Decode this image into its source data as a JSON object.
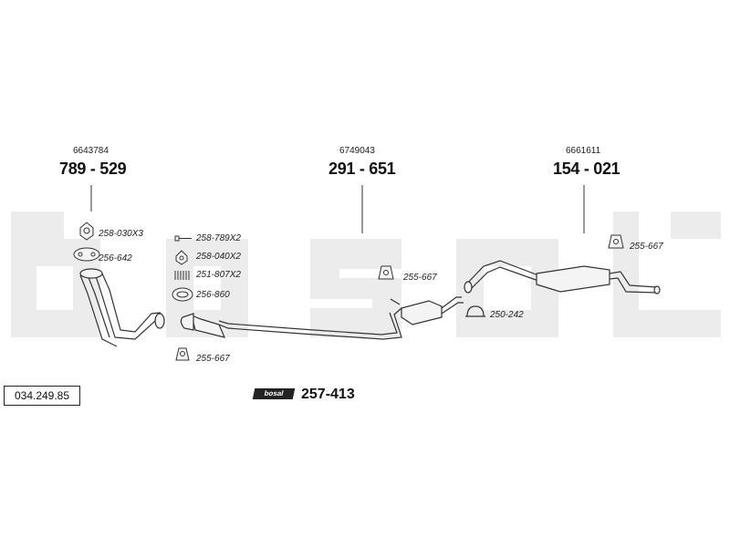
{
  "reference_code": "034.249.85",
  "watermark": "bosal",
  "main_parts": [
    {
      "oem": "6643784",
      "part": "789 - 529"
    },
    {
      "oem": "6749043",
      "part": "291 - 651"
    },
    {
      "oem": "6661611",
      "part": "154 - 021"
    }
  ],
  "accessories": {
    "nut_front": "258-030X3",
    "gasket_front": "256-642",
    "bolt": "258-789X2",
    "nut_mid": "258-040X2",
    "spring": "251-807X2",
    "ring": "256-860",
    "hanger_front": "255-667",
    "hanger_mid": "255-667",
    "clamp": "250-242",
    "hanger_rear": "255-667"
  },
  "kit": {
    "badge": "bosal",
    "part": "257-413"
  },
  "colors": {
    "watermark": "#ececec",
    "line": "#333333",
    "part_fill": "#f4f4f4"
  }
}
